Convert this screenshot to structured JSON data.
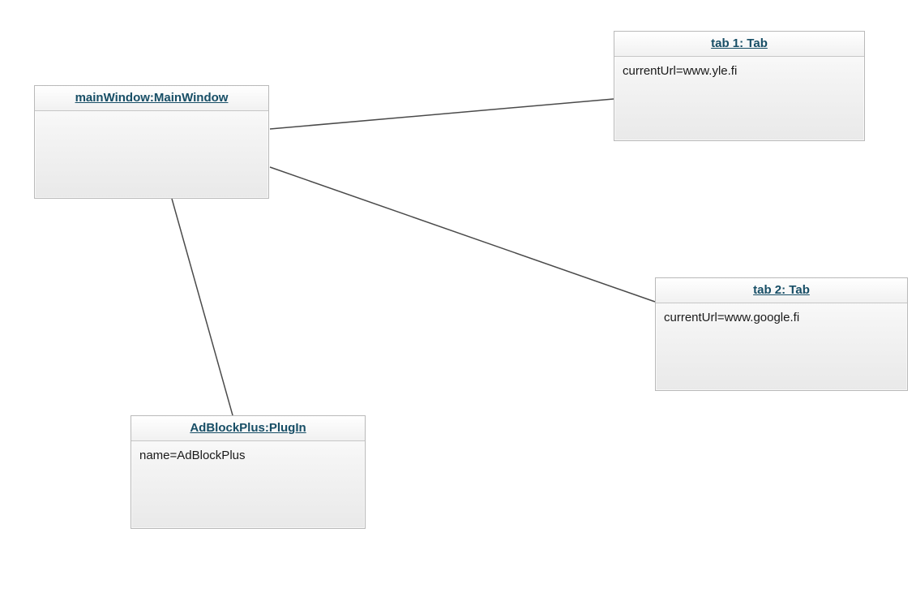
{
  "diagram": {
    "type": "uml-object-diagram",
    "nodes": [
      {
        "id": "mainWindow",
        "title": "mainWindow:MainWindow",
        "attributes": []
      },
      {
        "id": "tab1",
        "title": "tab 1: Tab",
        "attributes": [
          "currentUrl=www.yle.fi"
        ]
      },
      {
        "id": "tab2",
        "title": "tab 2: Tab",
        "attributes": [
          "currentUrl=www.google.fi"
        ]
      },
      {
        "id": "adBlockPlus",
        "title": "AdBlockPlus:PlugIn",
        "attributes": [
          "name=AdBlockPlus"
        ]
      }
    ],
    "edges": [
      {
        "from": "mainWindow",
        "to": "tab1"
      },
      {
        "from": "mainWindow",
        "to": "tab2"
      },
      {
        "from": "mainWindow",
        "to": "adBlockPlus"
      }
    ],
    "colors": {
      "node_title": "#174e66",
      "node_border": "#b9b9b9",
      "node_fill_top": "#ffffff",
      "node_fill_bottom": "#e9e9e9",
      "edge_stroke": "#4a4a4a",
      "background": "#ffffff"
    }
  }
}
